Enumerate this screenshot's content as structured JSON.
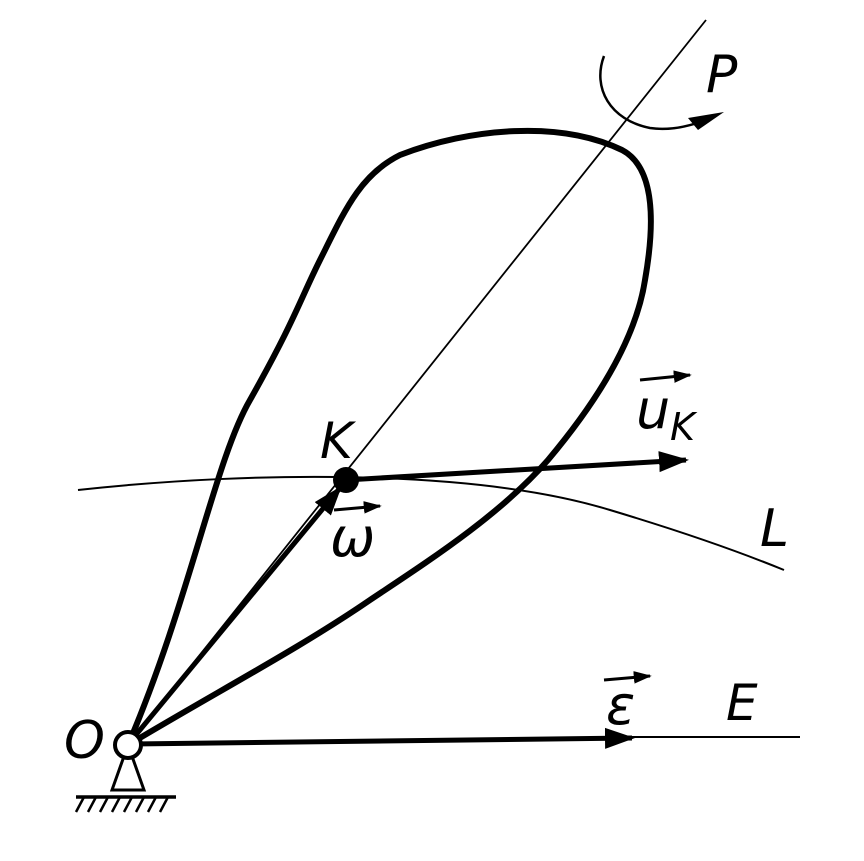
{
  "diagram": {
    "labels": {
      "point_o": "O",
      "point_k": "K",
      "axis_p": "P",
      "axis_e": "E",
      "curve_l": "L",
      "velocity_u": "u",
      "velocity_u_subscript": "K",
      "angular_velocity": "ω",
      "angular_acceleration": "ε"
    },
    "colors": {
      "ink": "#000000",
      "paper": "#ffffff"
    }
  }
}
